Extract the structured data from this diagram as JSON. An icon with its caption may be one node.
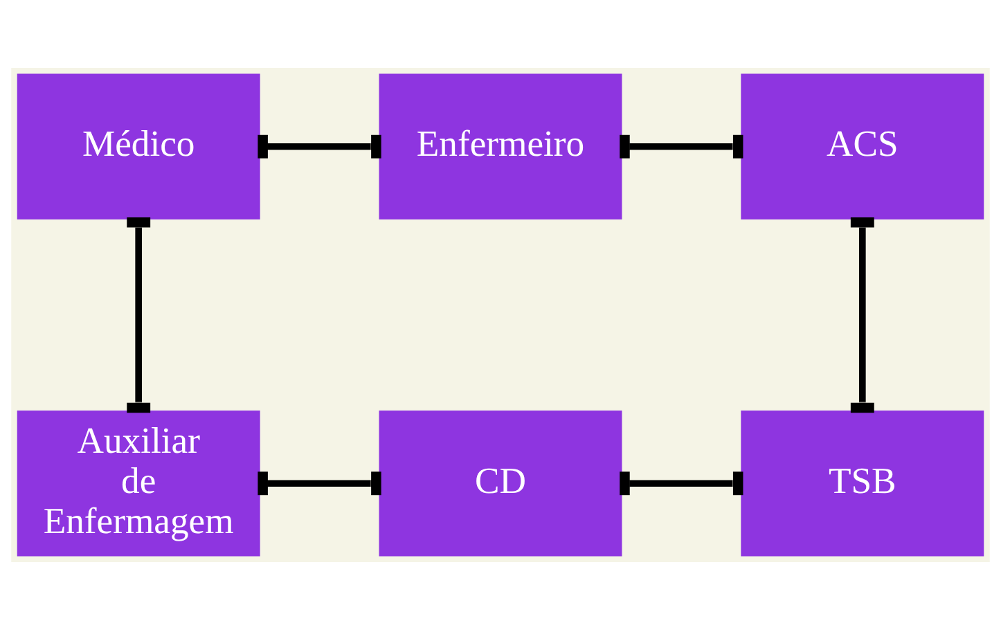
{
  "diagram": {
    "nodes": [
      {
        "text": [
          "Médico"
        ]
      },
      {
        "text": [
          "Enfermeiro"
        ]
      },
      {
        "text": [
          "ACS"
        ]
      },
      {
        "text": [
          "Auxiliar de Enfermagem"
        ]
      },
      {
        "text": [
          "CD"
        ]
      },
      {
        "text": [
          "TSB"
        ]
      }
    ],
    "edges": [
      {
        "from": 0,
        "to": 1,
        "arrow": "other"
      },
      {
        "from": 1,
        "to": 2,
        "arrow": "other"
      },
      {
        "from": 0,
        "to": 3,
        "arrow": "other"
      },
      {
        "from": 3,
        "to": 4,
        "arrow": "other"
      },
      {
        "from": 4,
        "to": 5,
        "arrow": "other"
      },
      {
        "from": 2,
        "to": 5,
        "arrow": "other"
      }
    ]
  }
}
